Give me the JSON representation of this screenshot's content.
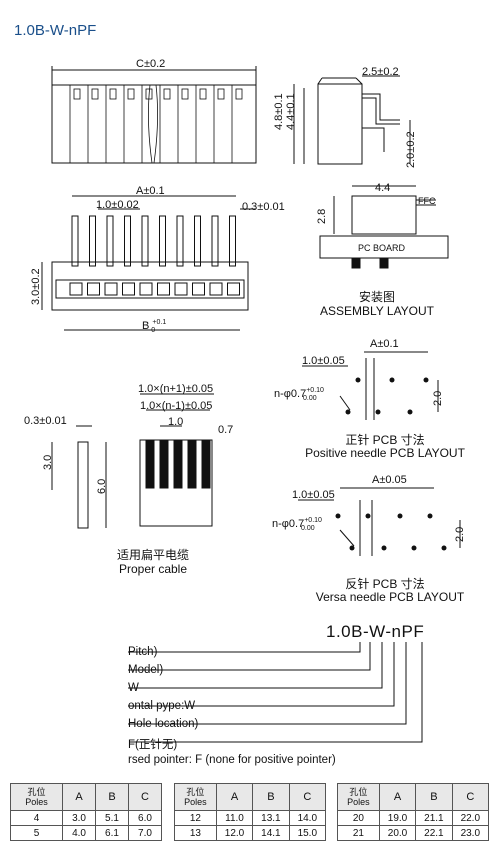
{
  "title": "1.0B-W-nPF",
  "dims": {
    "c": "C±0.2",
    "pin_pitch_top": "2.5±0.2",
    "h1": "4.8±0.1",
    "h2": "4.4±0.1",
    "h3": "2.0±0.2",
    "a": "A±0.1",
    "pitch": "1.0±0.02",
    "pin_w": "0.3±0.01",
    "h_front": "3.0±0.2",
    "b": "B",
    "b_tol_top": "+0.1",
    "b_tol_bot": "0",
    "asm_w": "4.4",
    "asm_h": "2.8",
    "ffc": "FFC",
    "pcb_board": "PC BOARD"
  },
  "assembly": {
    "cn": "安装图",
    "en": "ASSEMBLY LAYOUT"
  },
  "cable": {
    "d1": "1.0×(n+1)±0.05",
    "d2": "1.0×(n-1)±0.05",
    "d3": "1.0",
    "d4": "0.7",
    "d5": "0.3±0.01",
    "d6": "3.0",
    "d7": "6.0",
    "cn": "适用扁平电缆",
    "en": "Proper cable"
  },
  "positive_layout": {
    "a": "A±0.1",
    "p": "1.0±0.05",
    "hole": "n-φ0.7",
    "hole_tol_top": "+0.10",
    "hole_tol_bot": "0.00",
    "h": "2.0",
    "cn": "正针   PCB  寸法",
    "en": "Positive needle PCB LAYOUT"
  },
  "versa_layout": {
    "a": "A±0.05",
    "p": "1.0±0.05",
    "hole": "n-φ0.7",
    "hole_tol_top": "+0.10",
    "hole_tol_bot": "0.00",
    "h": "2.0",
    "cn": "反针   PCB  寸法",
    "en": "Versa  needle PCB LAYOUT"
  },
  "code": {
    "name": "1.0B-W-nPF",
    "rows": [
      "Pitch)",
      "Model)",
      "W",
      "ontal pype:W",
      "Hole location)",
      "F(正针无)",
      "rsed pointer: F (none for positive pointer)"
    ]
  },
  "table": {
    "headers": [
      "孔位",
      "Poles",
      "A",
      "B",
      "C"
    ],
    "groups": [
      [
        [
          "4",
          "3.0",
          "5.1",
          "6.0"
        ],
        [
          "5",
          "4.0",
          "6.1",
          "7.0"
        ]
      ],
      [
        [
          "12",
          "11.0",
          "13.1",
          "14.0"
        ],
        [
          "13",
          "12.0",
          "14.1",
          "15.0"
        ]
      ],
      [
        [
          "20",
          "19.0",
          "21.1",
          "22.0"
        ],
        [
          "21",
          "20.0",
          "22.1",
          "23.0"
        ]
      ]
    ]
  }
}
